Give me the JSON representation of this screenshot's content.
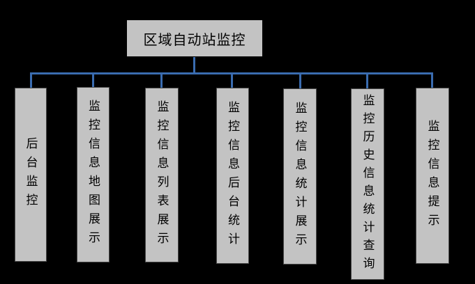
{
  "diagram": {
    "title": "区域自动站监控",
    "root": {
      "label": "区域自动站监控"
    },
    "children": [
      {
        "label": "后台监控"
      },
      {
        "label": "监控信息地图展示"
      },
      {
        "label": "监控信息列表展示"
      },
      {
        "label": "监控信息后台统计"
      },
      {
        "label": "监控信息统计展示"
      },
      {
        "label": "监控历史信息统计查询"
      },
      {
        "label": "监控信息提示"
      }
    ],
    "colors": {
      "background": "#000000",
      "box_fill": "#c3c3c3",
      "box_border": "#000000",
      "connector": "#3a6cb0",
      "text": "#000000"
    }
  }
}
